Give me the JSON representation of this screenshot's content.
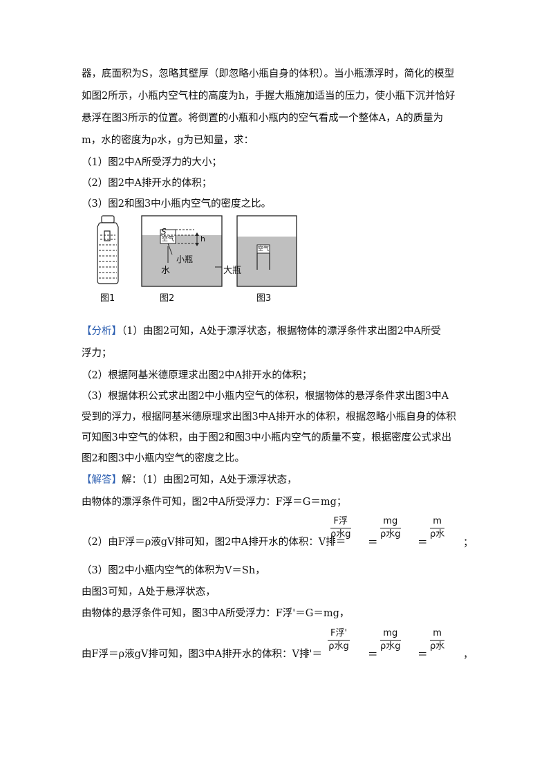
{
  "lines": [
    {
      "id": "l1",
      "text": "器，底面积为S，忽略其壁厚（即忽略小瓶自身的体积）。当小瓶漂浮时，简化的模型"
    },
    {
      "id": "l2",
      "text": "如图2所示，小瓶内空气柱的高度为h，手握大瓶施加适当的压力，使小瓶下沉并恰好"
    },
    {
      "id": "l3",
      "text": "悬浮在图3所示的位置。将倒置的小瓶和小瓶内的空气看成一个整体A，A的质量为"
    },
    {
      "id": "l4",
      "text": "m，水的密度为ρ水，g为已知量，求："
    },
    {
      "id": "l5",
      "text": "（1）图2中A所受浮力的大小；"
    },
    {
      "id": "l6",
      "text": "（2）图2中A排开水的体积；"
    },
    {
      "id": "l7",
      "text": "（3）图2和图3中小瓶内空气的密度之比。"
    }
  ],
  "figures": {
    "fig1": "图1",
    "fig2": "图2",
    "fig3": "图3",
    "s_label": "S",
    "air_label": "空气",
    "h_label": "h",
    "water_label": "水",
    "small_bottle_label": "小瓶",
    "big_bottle_label": "大瓶"
  },
  "analysis": {
    "tag": "【分析】",
    "p1a": "（1）由图2可知，A处于漂浮状态，根据物体的漂浮条件求出图2中A所受",
    "p1b": "浮力；",
    "p2": "（2）根据阿基米德原理求出图2中A排开水的体积；",
    "p3a": "（3）根据体积公式求出图2中小瓶内空气的体积，根据物体的悬浮条件求出图3中A",
    "p3b": "受到的浮力，根据阿基米德原理求出图3中A排开水的体积，根据忽略小瓶自身的体积",
    "p3c": "可知图3中空气的体积，由于图2和图3中小瓶内空气的质量不变，根据密度公式求出",
    "p3d": "图2和图3中小瓶内空气的密度之比。"
  },
  "answer": {
    "tag": "【解答】",
    "s1": "解：（1）由图2可知，A处于漂浮状态，",
    "s2": "由物体的漂浮条件可知，图2中A所受浮力：F浮＝G＝mg；",
    "s3": "（2）由F浮＝ρ液gV排可知，图2中A排开水的体积：V排＝",
    "s3_f1_num": "F浮",
    "s3_f1_den": "ρ水g",
    "s3_f2_num": "mg",
    "s3_f2_den": "ρ水g",
    "s3_f3_num": "m",
    "s3_f3_den": "ρ水",
    "s3_end": "；",
    "s4": "（3）图2中小瓶内空气的体积为V＝Sh，",
    "s5": "由图3可知，A处于悬浮状态，",
    "s6": "由物体的悬浮条件可知，图3中A所受浮力：F浮'＝G＝mg，",
    "s7": "由F浮＝ρ液gV排可知，图3中A排开水的体积：V排'＝",
    "s7_f1_num": "F浮'",
    "s7_f1_den": "ρ水g",
    "s7_f2_num": "mg",
    "s7_f2_den": "ρ水g",
    "s7_f3_num": "m",
    "s7_f3_den": "ρ水",
    "s7_end": "，",
    "eq": "＝"
  }
}
